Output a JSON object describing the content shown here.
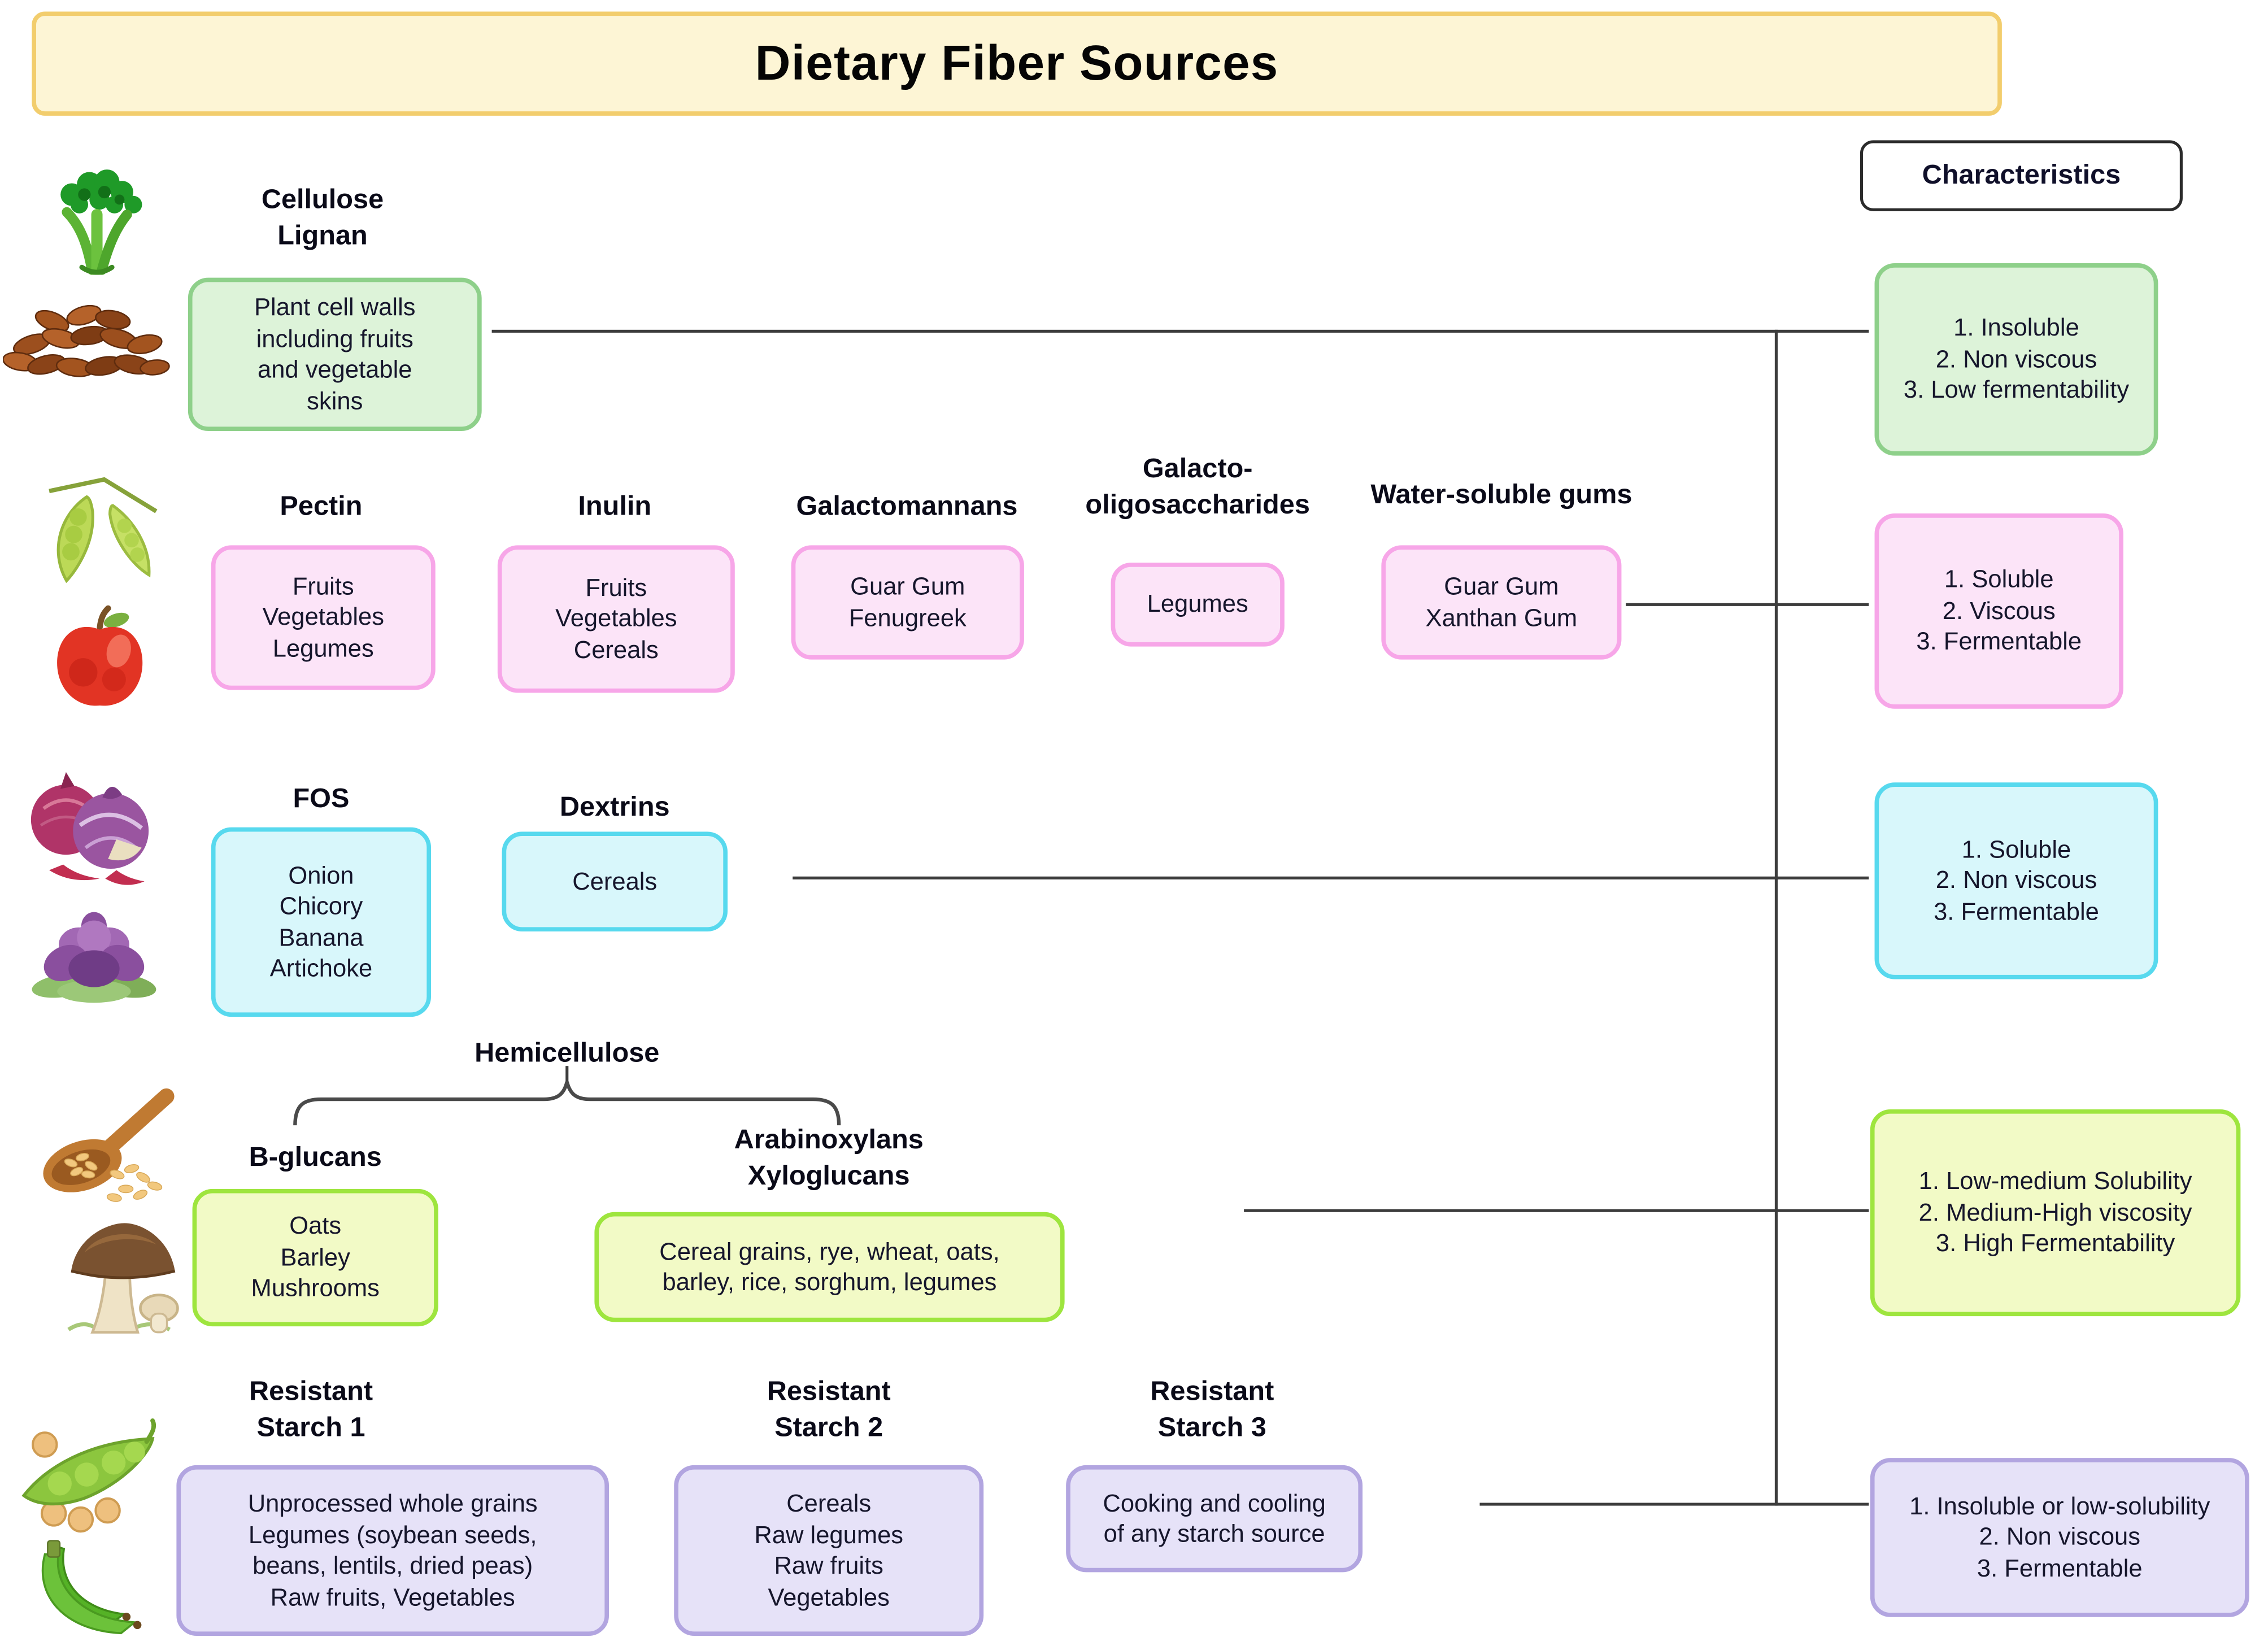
{
  "title": "Dietary Fiber Sources",
  "characteristics_header": "Characteristics",
  "palette": {
    "title_fill": "#fdf5d5",
    "title_border": "#f2cd6d",
    "green_fill": "#ddf3d9",
    "green_border": "#8ed08a",
    "pink_fill": "#fce4f8",
    "pink_border": "#f7a6e8",
    "cyan_fill": "#d8f7fb",
    "cyan_border": "#57d9ee",
    "lime_fill": "#f2fac6",
    "lime_border": "#9ee53e",
    "purple_fill": "#e6e2f8",
    "purple_border": "#b2a5e0",
    "connector_line": "#3c3c3c"
  },
  "rows": [
    {
      "key": "cellulose-lignan",
      "headers": [
        {
          "lines": [
            "Cellulose",
            "Lignan"
          ]
        }
      ],
      "boxes": [
        {
          "lines": [
            "Plant cell walls",
            "including fruits",
            "and vegetable",
            "skins"
          ]
        }
      ],
      "characteristics": {
        "lines": [
          "1. Insoluble",
          "2. Non viscous",
          "3. Low fermentability"
        ]
      }
    },
    {
      "key": "soluble-viscous",
      "headers": [
        {
          "lines": [
            "Pectin"
          ]
        },
        {
          "lines": [
            "Inulin"
          ]
        },
        {
          "lines": [
            "Galactomannans"
          ]
        },
        {
          "lines": [
            "Galacto-",
            "oligosaccharides"
          ]
        },
        {
          "lines": [
            "Water-soluble gums"
          ]
        }
      ],
      "boxes": [
        {
          "lines": [
            "Fruits",
            "Vegetables",
            "Legumes"
          ]
        },
        {
          "lines": [
            "Fruits",
            "Vegetables",
            "Cereals"
          ]
        },
        {
          "lines": [
            "Guar Gum",
            "Fenugreek"
          ]
        },
        {
          "lines": [
            "Legumes"
          ]
        },
        {
          "lines": [
            "Guar Gum",
            "Xanthan Gum"
          ]
        }
      ],
      "characteristics": {
        "lines": [
          "1. Soluble",
          "2. Viscous",
          "3. Fermentable"
        ]
      }
    },
    {
      "key": "fos-dextrins",
      "headers": [
        {
          "lines": [
            "FOS"
          ]
        },
        {
          "lines": [
            "Dextrins"
          ]
        }
      ],
      "boxes": [
        {
          "lines": [
            "Onion",
            "Chicory",
            "Banana",
            "Artichoke"
          ]
        },
        {
          "lines": [
            "Cereals"
          ]
        }
      ],
      "characteristics": {
        "lines": [
          "1. Soluble",
          "2. Non viscous",
          "3. Fermentable"
        ]
      }
    },
    {
      "key": "hemicellulose",
      "group_header": {
        "lines": [
          "Hemicellulose"
        ]
      },
      "headers": [
        {
          "lines": [
            "B-glucans"
          ]
        },
        {
          "lines": [
            "Arabinoxylans",
            "Xyloglucans"
          ]
        }
      ],
      "boxes": [
        {
          "lines": [
            "Oats",
            "Barley",
            "Mushrooms"
          ]
        },
        {
          "lines": [
            "Cereal grains, rye, wheat, oats,",
            "barley, rice, sorghum, legumes"
          ]
        }
      ],
      "characteristics": {
        "lines": [
          "1. Low-medium Solubility",
          "2. Medium-High viscosity",
          "3. High Fermentability"
        ]
      }
    },
    {
      "key": "resistant-starch",
      "headers": [
        {
          "lines": [
            "Resistant",
            "Starch 1"
          ]
        },
        {
          "lines": [
            "Resistant",
            "Starch 2"
          ]
        },
        {
          "lines": [
            "Resistant",
            "Starch 3"
          ]
        }
      ],
      "boxes": [
        {
          "lines": [
            "Unprocessed whole grains",
            "Legumes (soybean seeds,",
            "beans, lentils, dried peas)",
            "Raw fruits, Vegetables"
          ]
        },
        {
          "lines": [
            "Cereals",
            "Raw legumes",
            "Raw fruits",
            "Vegetables"
          ]
        },
        {
          "lines": [
            "Cooking and cooling",
            "of any starch source"
          ]
        }
      ],
      "characteristics": {
        "lines": [
          "1. Insoluble or low-solubility",
          "2. Non viscous",
          "3. Fermentable"
        ]
      }
    }
  ],
  "icons": [
    "celery",
    "cocoa-beans",
    "pea-pods",
    "apple",
    "red-onions",
    "artichoke",
    "oat-spoon",
    "mushrooms",
    "soybeans",
    "green-bananas"
  ]
}
